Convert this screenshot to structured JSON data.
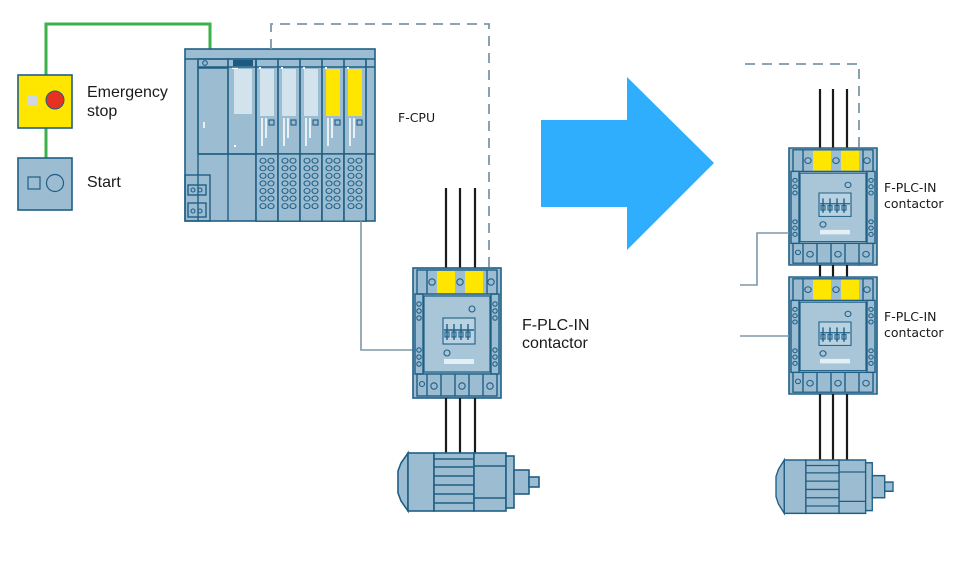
{
  "colors": {
    "device_fill": "#9bbcd1",
    "device_stroke": "#1f5f86",
    "device_pale": "#d3e3ee",
    "safety_yellow": "#ffe600",
    "estop_red": "#e53222",
    "arrow_blue": "#2eaefd",
    "green_wire": "#3cb04a",
    "signal_line": "#7d97a8"
  },
  "left": {
    "emergency_stop": {
      "label_line1": "Emergency",
      "label_line2": "stop"
    },
    "start_button": {
      "label": "Start"
    },
    "cpu": {
      "label": "F-CPU",
      "modules": [
        "standard",
        "standard",
        "standard",
        "safety",
        "safety"
      ]
    },
    "contactor": {
      "label_line1": "F-PLC-IN",
      "label_line2": "contactor"
    },
    "motor": {
      "icon": "motor-icon"
    }
  },
  "arrow": {
    "icon": "arrow-right-icon",
    "direction": "right"
  },
  "right": {
    "contactors": [
      {
        "label_line1": "F-PLC-IN",
        "label_line2": "contactor"
      },
      {
        "label_line1": "F-PLC-IN",
        "label_line2": "contactor"
      }
    ],
    "motor": {
      "icon": "motor-icon"
    }
  }
}
